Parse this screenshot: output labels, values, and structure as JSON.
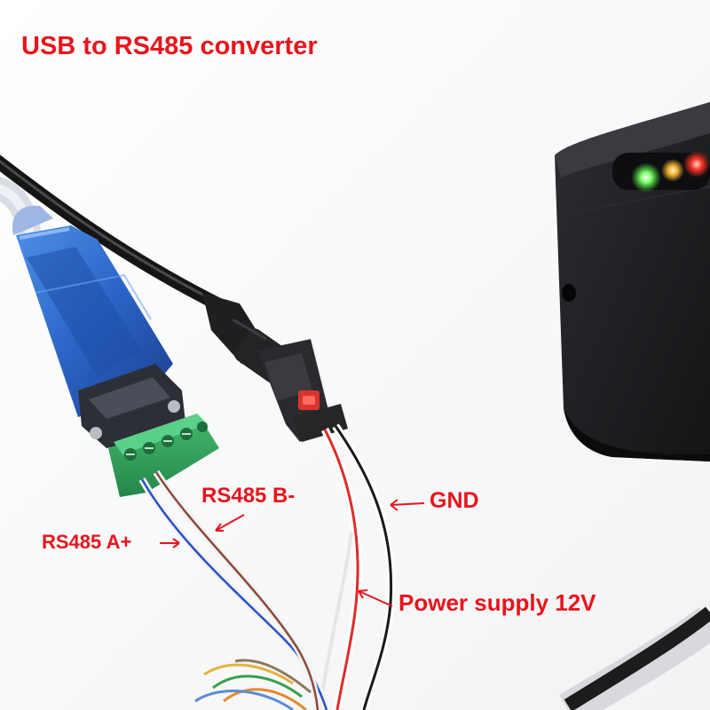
{
  "labels": {
    "title": "USB to RS485 converter",
    "rs485_b": "RS485 B-",
    "rs485_a": "RS485 A+",
    "gnd": "GND",
    "power": "Power supply 12V"
  },
  "colors": {
    "label_text": "#e8141c",
    "arrow": "#e8141c",
    "converter_body": "#2f6fcf",
    "terminal_block": "#2fa25a",
    "reader_case": "#1c1c1f",
    "led_left": "#39e02e",
    "led_middle": "#f3b233",
    "led_right": "#ff3526",
    "wire_a": "#2a4fc4",
    "wire_b": "#8a4a3a",
    "wire_red": "#e02a2a",
    "wire_black": "#1a1a1a"
  }
}
